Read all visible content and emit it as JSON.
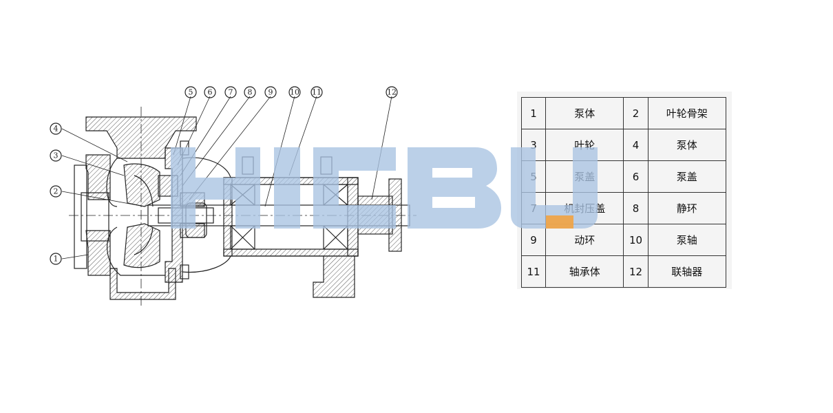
{
  "callouts": [
    "5",
    "6",
    "7",
    "8",
    "9",
    "10",
    "11",
    "12",
    "4",
    "3",
    "2",
    "1"
  ],
  "parts_table": [
    [
      {
        "num": "1",
        "name": "泵体"
      },
      {
        "num": "2",
        "name": "叶轮骨架"
      }
    ],
    [
      {
        "num": "3",
        "name": "叶轮"
      },
      {
        "num": "4",
        "name": "泵体"
      }
    ],
    [
      {
        "num": "5",
        "name": "泵盖"
      },
      {
        "num": "6",
        "name": "泵盖"
      }
    ],
    [
      {
        "num": "7",
        "name": "机封压盖"
      },
      {
        "num": "8",
        "name": "静环"
      }
    ],
    [
      {
        "num": "9",
        "name": "动环"
      },
      {
        "num": "10",
        "name": "泵轴"
      }
    ],
    [
      {
        "num": "11",
        "name": "轴承体"
      },
      {
        "num": "12",
        "name": "联轴器"
      }
    ]
  ],
  "colors": {
    "line": "#222222",
    "hatch": "#555555",
    "watermark_blue": "#a9c3e2",
    "watermark_orange": "#f2a341"
  }
}
